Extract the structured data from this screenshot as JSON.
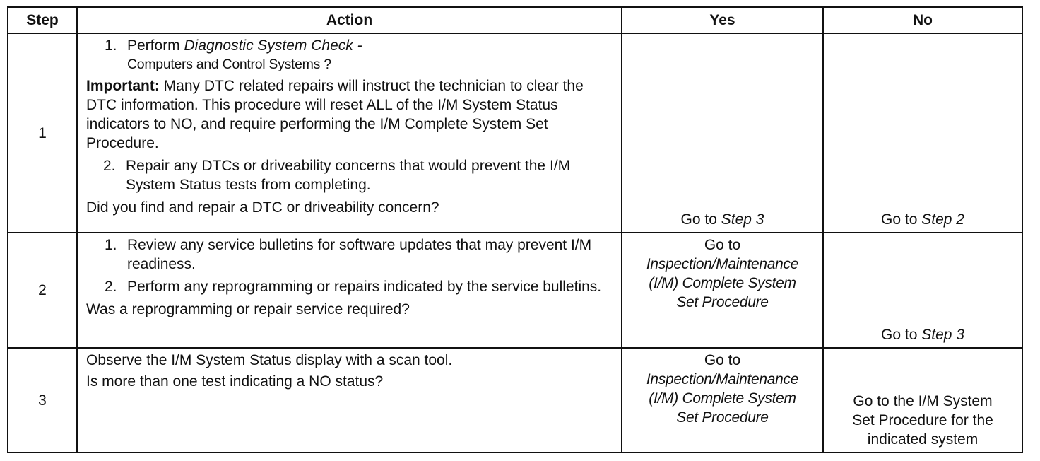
{
  "table": {
    "headers": {
      "step": "Step",
      "action": "Action",
      "yes": "Yes",
      "no": "No"
    },
    "rows": [
      {
        "step": "1",
        "item1_num": "1.",
        "item1_prefix": "Perform ",
        "item1_link": "Diagnostic System Check -",
        "item1_cont": "Computers and Control Systems ?",
        "important_label": "Important:",
        "important_text": " Many DTC related repairs will instruct the technician to clear the DTC information. This procedure will reset ALL of the I/M System Status indicators to NO, and require performing the I/M Complete System Set Procedure.",
        "item2_num": "2.",
        "item2_text": "Repair any DTCs or driveability concerns that would prevent the I/M System Status tests from completing.",
        "question": "Did you find and repair a DTC or driveability concern?",
        "yes_prefix": "Go to ",
        "yes_link": "Step 3",
        "no_prefix": "Go to ",
        "no_link": "Step 2"
      },
      {
        "step": "2",
        "item1_num": "1.",
        "item1_text": "Review any service bulletins for software updates that may prevent I/M readiness.",
        "item2_num": "2.",
        "item2_text": "Perform any reprogramming or repairs indicated by the service bulletins.",
        "question": "Was a reprogramming or repair service required?",
        "yes_prefix": "Go to",
        "yes_link_1": "Inspection/Maintenance",
        "yes_link_2": "(I/M) Complete System",
        "yes_link_3": "Set Procedure",
        "no_prefix": "Go to ",
        "no_link": "Step 3"
      },
      {
        "step": "3",
        "line1": "Observe the I/M System Status display with a scan tool.",
        "question": "Is more than one test indicating a NO status?",
        "yes_prefix": "Go to",
        "yes_link_1": "Inspection/Maintenance",
        "yes_link_2": "(I/M) Complete System",
        "yes_link_3": "Set Procedure",
        "no_line1": "Go to the I/M System",
        "no_line2": "Set Procedure for the",
        "no_line3": "indicated system"
      }
    ]
  }
}
